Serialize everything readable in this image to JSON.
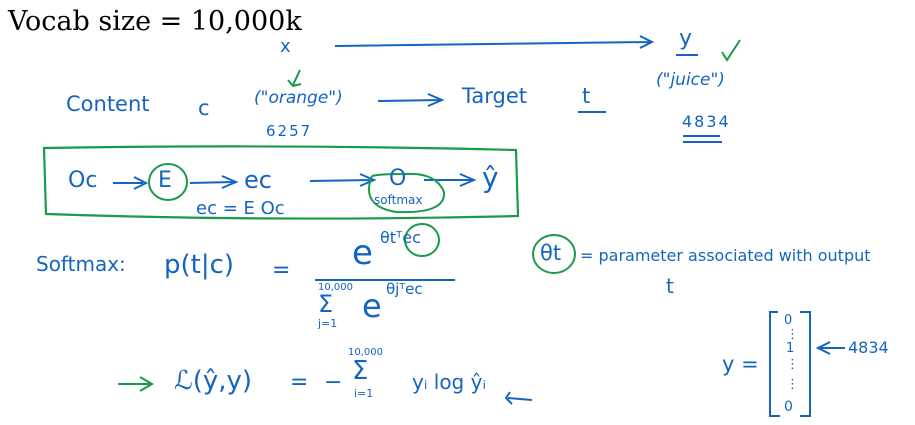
{
  "title": "Vocab size = 10,000k",
  "context": {
    "x_label": "x",
    "y_label": "y",
    "content_label": "Content",
    "c_label": "c",
    "orange_label": "(\"orange\")",
    "orange_index": "6257",
    "target_label": "Target",
    "t_label": "t",
    "juice_label": "(\"juice\")",
    "juice_index": "4834"
  },
  "pipeline": {
    "onehot": "Oc",
    "embedding_matrix": "E",
    "embedding": "ec",
    "equation": "ec = E Oc",
    "softmax_node": "O",
    "softmax_label": "softmax",
    "output": "ŷ"
  },
  "softmax": {
    "label": "Softmax:",
    "lhs": "p(t|c)",
    "equals": "=",
    "numerator_base": "e",
    "numerator_exp": "θtᵀec",
    "sum_top": "10,000",
    "sum_bottom": "j=1",
    "denominator": "e",
    "denominator_exp": "θjᵀec",
    "theta_t": "θt",
    "param_note": "= parameter associated with output",
    "param_t": "t"
  },
  "loss": {
    "lhs": "ℒ(ŷ,y)",
    "equals": "=",
    "minus": "−",
    "sum_top": "10,000",
    "sum_bottom": "i=1",
    "term": "yᵢ log ŷᵢ"
  },
  "vector": {
    "label": "y =",
    "entries": [
      "0",
      "⋮",
      "1",
      "⋮",
      "⋮",
      "0"
    ],
    "marker": "4834"
  },
  "colors": {
    "ink_blue": "#1565c0",
    "ink_green": "#1a9a4a",
    "text_black": "#000000"
  }
}
